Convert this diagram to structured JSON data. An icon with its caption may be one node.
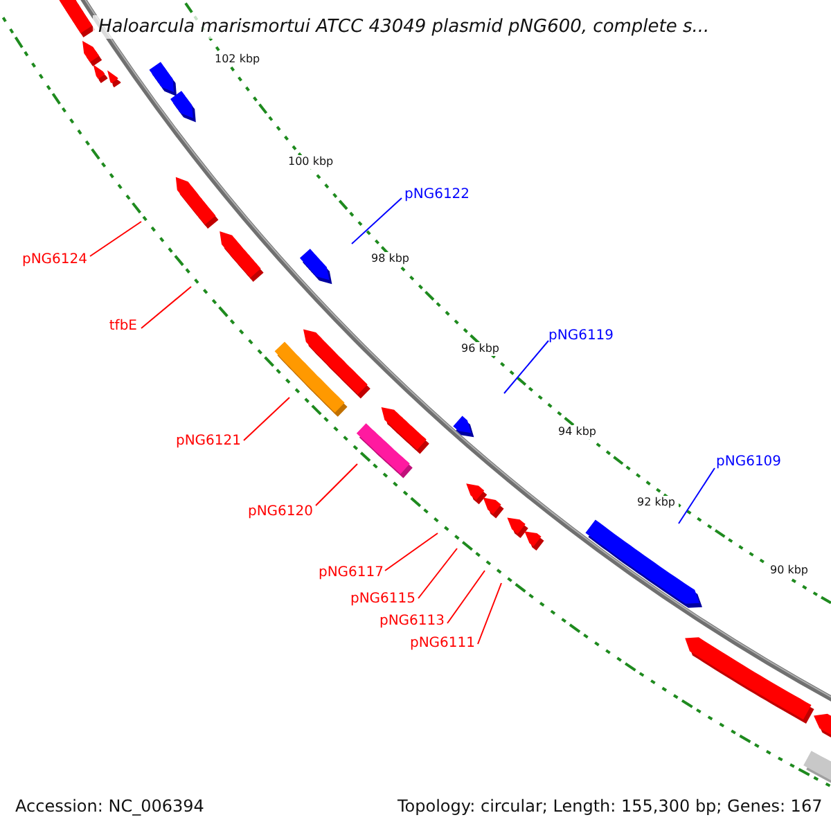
{
  "diagram": {
    "title": "Haloarcula marismortui ATCC 43049 plasmid pNG600, complete s...",
    "nodes": [
      {
        "text": [
          "pNG6122"
        ]
      },
      {
        "text": [
          "pNG6124"
        ]
      },
      {
        "text": [
          "tfbE"
        ]
      },
      {
        "text": [
          "pNG6119"
        ]
      },
      {
        "text": [
          "pNG6121"
        ]
      },
      {
        "text": [
          "pNG6109"
        ]
      },
      {
        "text": [
          "pNG6120"
        ]
      },
      {
        "text": [
          "pNG6117"
        ]
      },
      {
        "text": [
          "pNG6115"
        ]
      },
      {
        "text": [
          "pNG6113"
        ]
      },
      {
        "text": [
          "pNG6111"
        ]
      }
    ],
    "edges": [
      {
        "from": 0,
        "to": null,
        "arrow": "none",
        "color": "#0000ff"
      },
      {
        "from": 1,
        "to": null,
        "arrow": "none"
      },
      {
        "from": 2,
        "to": null,
        "arrow": "none"
      },
      {
        "from": 3,
        "to": null,
        "arrow": "none",
        "color": "#0000ff"
      },
      {
        "from": 4,
        "to": null,
        "arrow": "none"
      },
      {
        "from": 5,
        "to": null,
        "arrow": "none",
        "color": "#0000ff"
      },
      {
        "from": 6,
        "to": null,
        "arrow": "none"
      },
      {
        "from": 7,
        "to": null,
        "arrow": "none"
      },
      {
        "from": 8,
        "to": null,
        "arrow": "none"
      },
      {
        "from": 9,
        "to": null,
        "arrow": "none"
      },
      {
        "from": 10,
        "to": null,
        "arrow": "none"
      }
    ],
    "labels": [
      "102 kbp",
      "100 kbp",
      "98 kbp",
      "96 kbp",
      "94 kbp",
      "92 kbp",
      "90 kbp",
      "Accession: NC_006394",
      "Topology: circular; Length: 155,300 bp; Genes: 167"
    ]
  }
}
